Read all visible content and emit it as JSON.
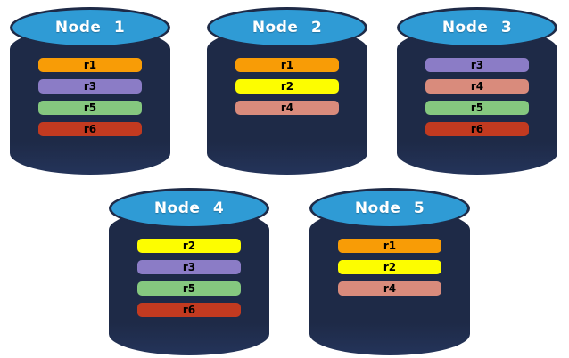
{
  "diagram": {
    "description": "Five database nodes shown as cylinders, each containing replica bars",
    "colors": {
      "cylinder_body": "#1E2A47",
      "cylinder_top": "#2F9BD5",
      "title_text": "#FFFFFF",
      "bar_text": "#000000",
      "background": "#FFFFFF"
    },
    "replica_colors": {
      "r1": "#F89C06",
      "r2": "#FDFD00",
      "r3": "#8B7CC6",
      "r4": "#D98B7C",
      "r5": "#85C87F",
      "r6": "#C23A20"
    },
    "nodes": [
      {
        "label": "Node 1",
        "replicas": [
          "r1",
          "r3",
          "r5",
          "r6"
        ]
      },
      {
        "label": "Node 2",
        "replicas": [
          "r1",
          "r2",
          "r4"
        ]
      },
      {
        "label": "Node 3",
        "replicas": [
          "r3",
          "r4",
          "r5",
          "r6"
        ]
      },
      {
        "label": "Node 4",
        "replicas": [
          "r2",
          "r3",
          "r5",
          "r6"
        ]
      },
      {
        "label": "Node 5",
        "replicas": [
          "r1",
          "r2",
          "r4"
        ]
      }
    ]
  }
}
